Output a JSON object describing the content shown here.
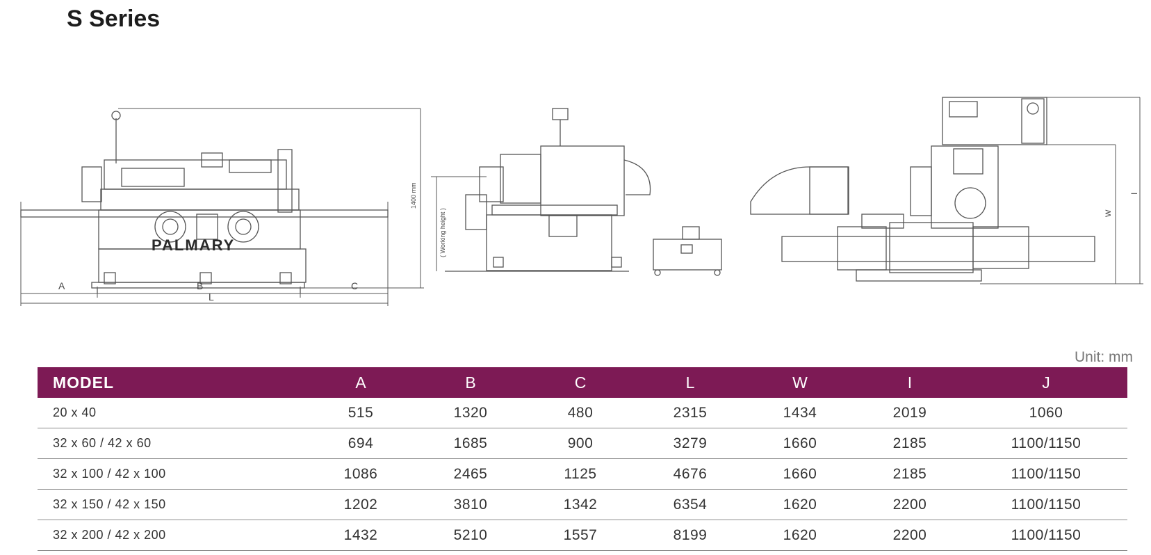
{
  "title": "S Series",
  "drawings": {
    "brand": "PALMARY",
    "dim_labels": {
      "a": "A",
      "b": "B",
      "c": "C",
      "l": "L",
      "w": "W",
      "i": "I"
    },
    "height_label": "1400 mm",
    "working_height_label": "( Working height )"
  },
  "unit_label": "Unit: mm",
  "table": {
    "headers": [
      "MODEL",
      "A",
      "B",
      "C",
      "L",
      "W",
      "I",
      "J"
    ],
    "rows": [
      [
        "20 x 40",
        "515",
        "1320",
        "480",
        "2315",
        "1434",
        "2019",
        "1060"
      ],
      [
        "32 x 60 / 42 x 60",
        "694",
        "1685",
        "900",
        "3279",
        "1660",
        "2185",
        "1100/1150"
      ],
      [
        "32 x 100 / 42 x 100",
        "1086",
        "2465",
        "1125",
        "4676",
        "1660",
        "2185",
        "1100/1150"
      ],
      [
        "32 x 150 / 42 x 150",
        "1202",
        "3810",
        "1342",
        "6354",
        "1620",
        "2200",
        "1100/1150"
      ],
      [
        "32 x 200 / 42 x 200",
        "1432",
        "5210",
        "1557",
        "8199",
        "1620",
        "2200",
        "1100/1150"
      ]
    ]
  },
  "colors": {
    "header_bg": "#7d1a55",
    "header_text": "#ffffff",
    "line": "#8a8a8a"
  }
}
